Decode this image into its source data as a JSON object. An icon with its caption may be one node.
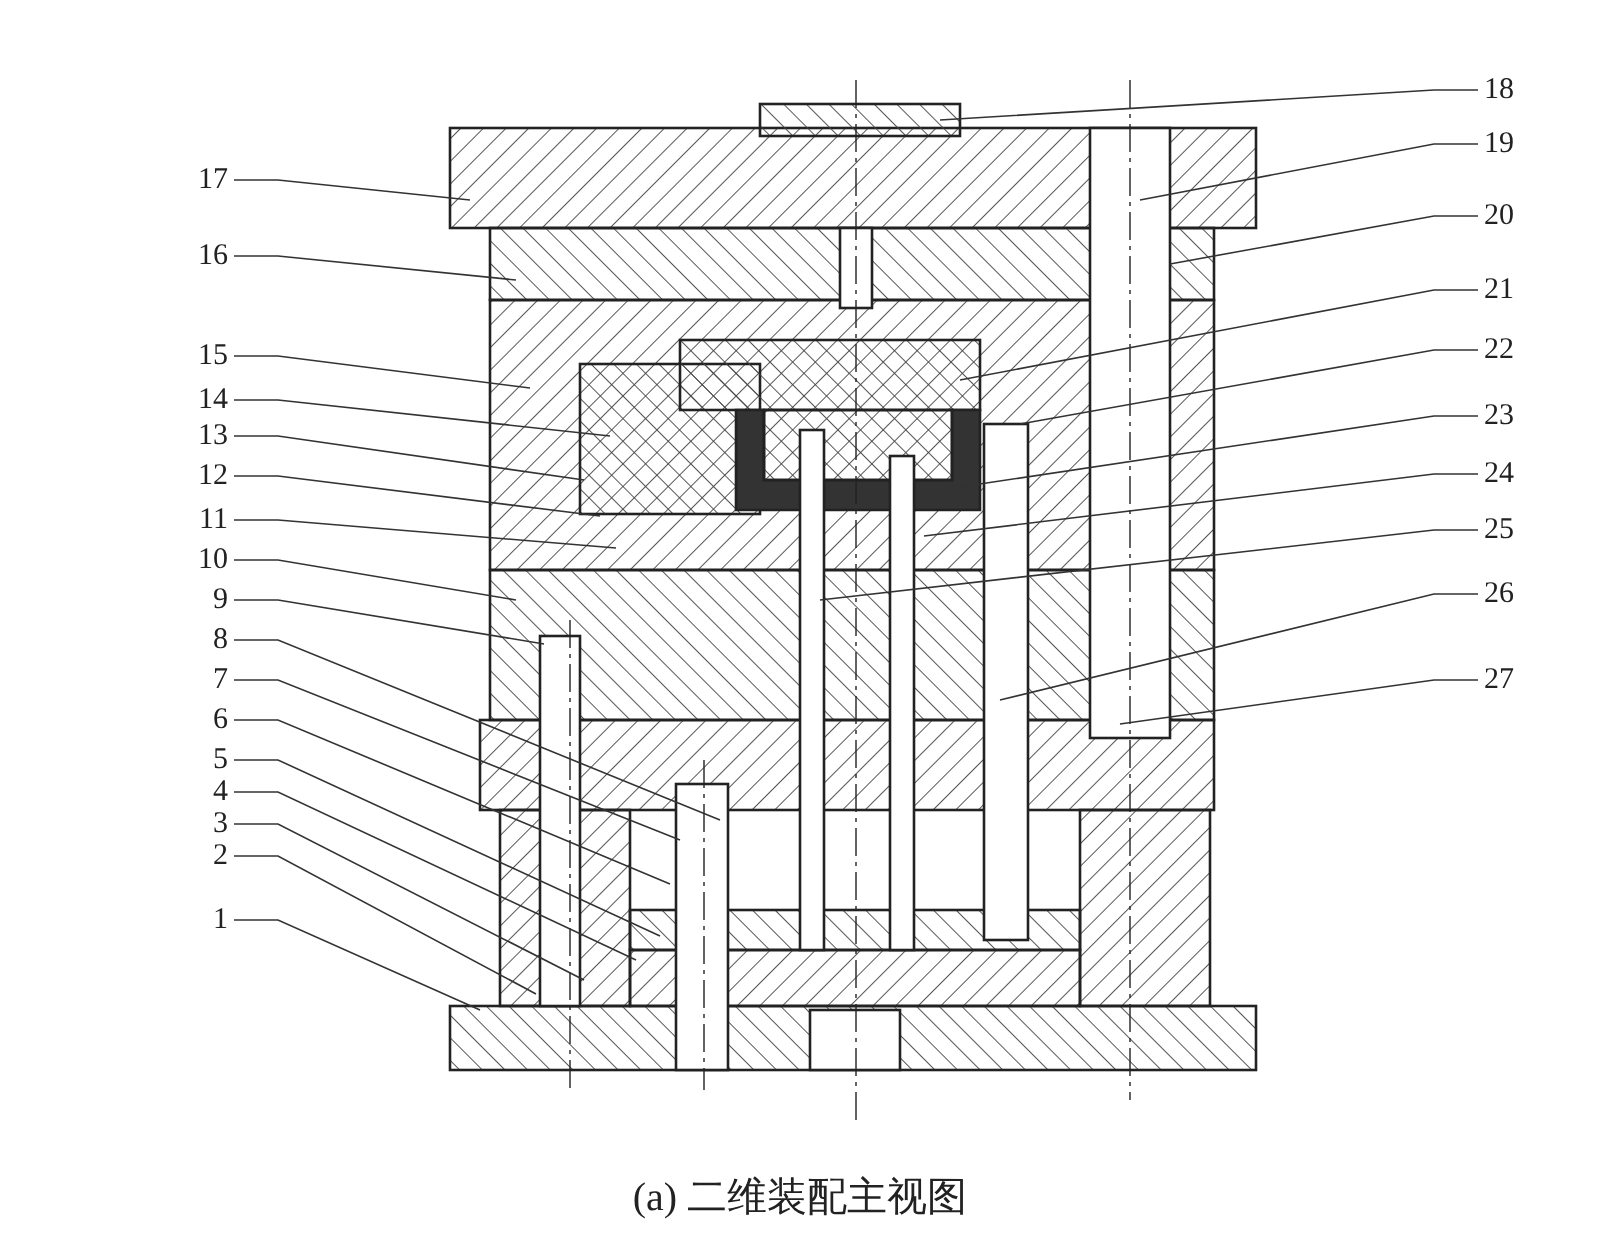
{
  "diagram": {
    "caption": "(a) 二维装配主视图",
    "nodes": [
      {
        "text": [
          "1"
        ]
      },
      {
        "text": [
          "2"
        ]
      },
      {
        "text": [
          "3"
        ]
      },
      {
        "text": [
          "4"
        ]
      },
      {
        "text": [
          "5"
        ]
      },
      {
        "text": [
          "6"
        ]
      },
      {
        "text": [
          "7"
        ]
      },
      {
        "text": [
          "8"
        ]
      },
      {
        "text": [
          "9"
        ]
      },
      {
        "text": [
          "10"
        ]
      },
      {
        "text": [
          "11"
        ]
      },
      {
        "text": [
          "12"
        ]
      },
      {
        "text": [
          "13"
        ]
      },
      {
        "text": [
          "14"
        ]
      },
      {
        "text": [
          "15"
        ]
      },
      {
        "text": [
          "16"
        ]
      },
      {
        "text": [
          "17"
        ]
      },
      {
        "text": [
          "18"
        ]
      },
      {
        "text": [
          "19"
        ]
      },
      {
        "text": [
          "20"
        ]
      },
      {
        "text": [
          "21"
        ]
      },
      {
        "text": [
          "22"
        ]
      },
      {
        "text": [
          "23"
        ]
      },
      {
        "text": [
          "24"
        ]
      },
      {
        "text": [
          "25"
        ]
      },
      {
        "text": [
          "26"
        ]
      },
      {
        "text": [
          "27"
        ]
      }
    ],
    "edges": [
      {
        "from": 0,
        "to": null,
        "arrow": "none"
      },
      {
        "from": 1,
        "to": null,
        "arrow": "none"
      },
      {
        "from": 2,
        "to": null,
        "arrow": "none"
      },
      {
        "from": 3,
        "to": null,
        "arrow": "none"
      },
      {
        "from": 4,
        "to": null,
        "arrow": "none"
      },
      {
        "from": 5,
        "to": null,
        "arrow": "none"
      },
      {
        "from": 6,
        "to": null,
        "arrow": "none"
      },
      {
        "from": 7,
        "to": null,
        "arrow": "none"
      },
      {
        "from": 8,
        "to": null,
        "arrow": "none"
      },
      {
        "from": 9,
        "to": null,
        "arrow": "none"
      },
      {
        "from": 10,
        "to": null,
        "arrow": "none"
      },
      {
        "from": 11,
        "to": null,
        "arrow": "none"
      },
      {
        "from": 12,
        "to": null,
        "arrow": "none"
      },
      {
        "from": 13,
        "to": null,
        "arrow": "none"
      },
      {
        "from": 14,
        "to": null,
        "arrow": "none"
      },
      {
        "from": 15,
        "to": null,
        "arrow": "none"
      },
      {
        "from": 16,
        "to": null,
        "arrow": "none"
      },
      {
        "from": 17,
        "to": null,
        "arrow": "none"
      },
      {
        "from": 18,
        "to": null,
        "arrow": "none"
      },
      {
        "from": 19,
        "to": null,
        "arrow": "none"
      },
      {
        "from": 20,
        "to": null,
        "arrow": "none"
      },
      {
        "from": 21,
        "to": null,
        "arrow": "none"
      },
      {
        "from": 22,
        "to": null,
        "arrow": "none"
      },
      {
        "from": 23,
        "to": null,
        "arrow": "none"
      },
      {
        "from": 24,
        "to": null,
        "arrow": "none"
      },
      {
        "from": 25,
        "to": null,
        "arrow": "none"
      },
      {
        "from": 26,
        "to": null,
        "arrow": "none"
      }
    ]
  }
}
